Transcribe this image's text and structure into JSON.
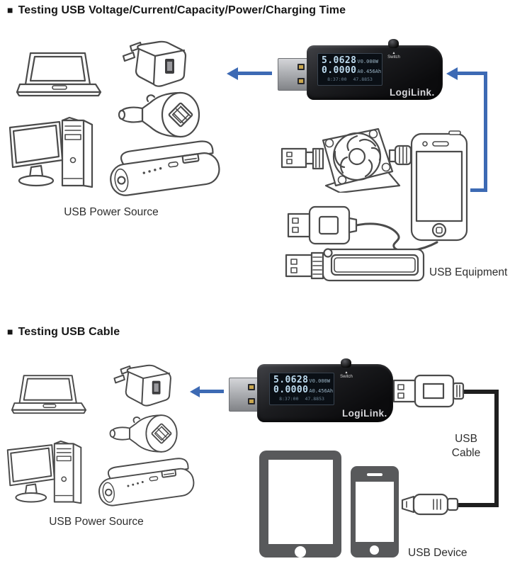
{
  "colors": {
    "arrow_blue": "#3d6ab4",
    "cable_black": "#1f1f1f",
    "device_silhouette": "#58595b",
    "line_art_stroke": "#4b4b4b"
  },
  "icons": {
    "section_bullet": "■",
    "switch_pointer": "▲"
  },
  "section1": {
    "title": "Testing USB Voltage/Current/Capacity/Power/Charging Time",
    "power_source_label": "USB Power Source",
    "equipment_label": "USB Equipment"
  },
  "section2": {
    "title": "Testing USB Cable",
    "power_source_label": "USB Power Source",
    "cable_label_line1": "USB",
    "cable_label_line2": "Cable",
    "device_label": "USB Device"
  },
  "tester": {
    "brand": "LogiLink.",
    "switch_label": "Switch",
    "display": {
      "voltage_value": "5.0628",
      "voltage_unit": "V",
      "power": "0.000W",
      "current_value": "0.0000",
      "current_unit": "A",
      "capacity": "0.456Ah",
      "time": "8:37:00",
      "reading": "47.8853"
    }
  }
}
